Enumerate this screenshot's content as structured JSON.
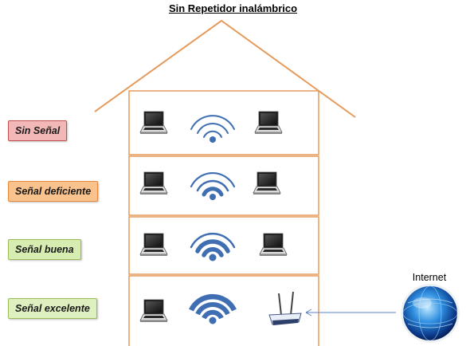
{
  "title": "Sin Repetidor inalámbrico",
  "rooms": [
    {
      "label": "Sin Señal",
      "signal": "weak",
      "label_color": "#f2b8b8",
      "label_border": "#c0504d"
    },
    {
      "label": "Señal deficiente",
      "signal": "fair",
      "label_color": "#fac28c",
      "label_border": "#e7893c"
    },
    {
      "label": "Señal buena",
      "signal": "good",
      "label_color": "#d6ecb0",
      "label_border": "#9bbb59"
    },
    {
      "label": "Señal excelente",
      "signal": "excellent",
      "label_color": "#dff0c0",
      "label_border": "#9bbb59"
    }
  ],
  "internet": {
    "label": "Internet"
  },
  "colors": {
    "house_outline": "#e59b5b",
    "wifi_blue": "#3f6fb2",
    "arrow": "#5b7fc4"
  },
  "icons": [
    "laptop-icon",
    "wifi-icon",
    "router-icon",
    "globe-icon"
  ]
}
